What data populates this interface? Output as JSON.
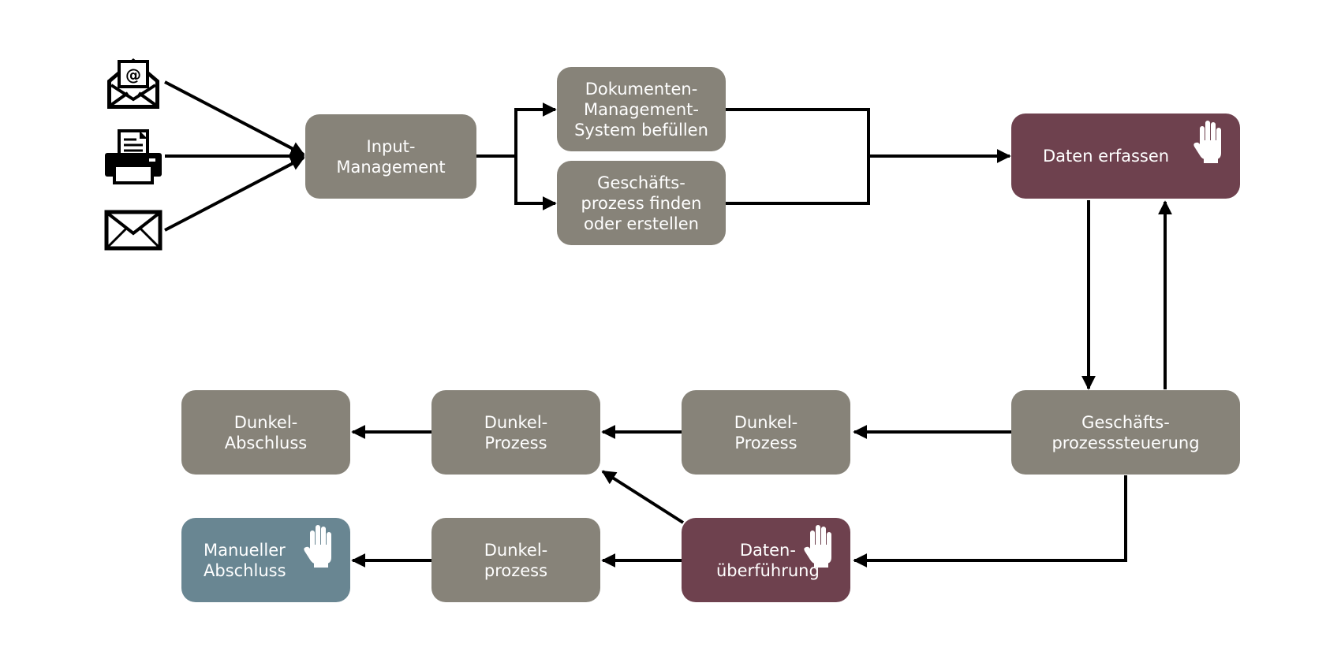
{
  "colors": {
    "process": "#878379",
    "manual_step": "#6e414e",
    "manual_close": "#698692",
    "connector": "#000000"
  },
  "sources": [
    {
      "id": "email",
      "icon": "email-envelope-icon"
    },
    {
      "id": "fax",
      "icon": "fax-machine-icon"
    },
    {
      "id": "letter",
      "icon": "letter-envelope-icon"
    }
  ],
  "nodes": {
    "input_management": {
      "label": "Input-\nManagement",
      "style": "process"
    },
    "dms": {
      "label": "Dokumenten-\nManagement-\nSystem befüllen",
      "style": "process"
    },
    "business_process": {
      "label": "Geschäfts-\nprozess finden\noder erstellen",
      "style": "process"
    },
    "data_capture": {
      "label": "Daten erfassen",
      "style": "manual_step",
      "icon": "hand-icon"
    },
    "process_control": {
      "label": "Geschäfts-\nprozesssteuerung",
      "style": "process"
    },
    "dark_process_right": {
      "label": "Dunkel-\nProzess",
      "style": "process"
    },
    "dark_process_mid": {
      "label": "Dunkel-\nProzess",
      "style": "process"
    },
    "dark_close": {
      "label": "Dunkel-\nAbschluss",
      "style": "process"
    },
    "data_transfer": {
      "label": "Daten-\nüberführung",
      "style": "manual_step",
      "icon": "hand-icon"
    },
    "dark_process_lower": {
      "label": "Dunkel-\nprozess",
      "style": "process"
    },
    "manual_close": {
      "label": "Manueller\nAbschluss",
      "style": "manual_close",
      "icon": "hand-icon"
    }
  },
  "connections": [
    {
      "from": "email",
      "to": "input_management"
    },
    {
      "from": "fax",
      "to": "input_management"
    },
    {
      "from": "letter",
      "to": "input_management"
    },
    {
      "from": "input_management",
      "to": "dms"
    },
    {
      "from": "input_management",
      "to": "business_process"
    },
    {
      "from": "dms",
      "to": "data_capture"
    },
    {
      "from": "business_process",
      "to": "data_capture"
    },
    {
      "from": "data_capture",
      "to": "process_control"
    },
    {
      "from": "process_control",
      "to": "data_capture"
    },
    {
      "from": "process_control",
      "to": "dark_process_right"
    },
    {
      "from": "dark_process_right",
      "to": "dark_process_mid"
    },
    {
      "from": "dark_process_mid",
      "to": "dark_close"
    },
    {
      "from": "process_control",
      "to": "data_transfer"
    },
    {
      "from": "data_transfer",
      "to": "dark_process_mid"
    },
    {
      "from": "data_transfer",
      "to": "dark_process_lower"
    },
    {
      "from": "dark_process_lower",
      "to": "manual_close"
    }
  ]
}
